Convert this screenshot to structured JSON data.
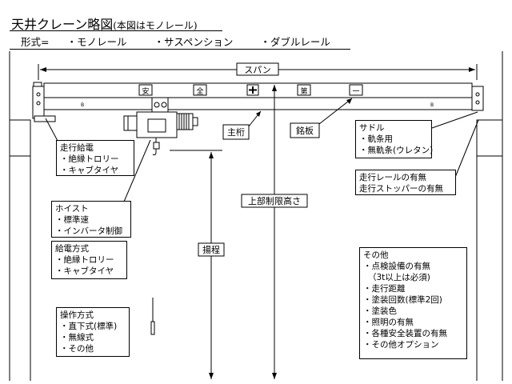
{
  "title": {
    "main": "天井クレーン略図",
    "sub": "(本図はモノレール)"
  },
  "types": {
    "label": "形式=",
    "items": [
      "・モノレール",
      "・サスペンション",
      "・ダブルレール"
    ]
  },
  "girder_plate_chars": [
    "安",
    "全",
    "第",
    "一"
  ],
  "girder_marks": [
    "B",
    "B"
  ],
  "labels": {
    "span": "スパン",
    "main_girder": "主桁",
    "nameplate": "銘板",
    "upper_limit": "上部制限高さ",
    "lift": "揚程"
  },
  "boxes": {
    "travel_power": {
      "title": "走行給電",
      "items": [
        "・絶縁トロリー",
        "・キャブタイヤ"
      ]
    },
    "saddle": {
      "title": "サドル",
      "items": [
        "・軌条用",
        "・無軌条(ウレタン)"
      ]
    },
    "rail": {
      "title": "",
      "items": [
        "走行レールの有無",
        "走行ストッパーの有無"
      ]
    },
    "hoist": {
      "title": "ホイスト",
      "items": [
        "・標準速",
        "・インバータ制御"
      ]
    },
    "feed": {
      "title": "給電方式",
      "items": [
        "・絶縁トロリー",
        "・キャブタイヤ"
      ]
    },
    "operation": {
      "title": "操作方式",
      "items": [
        "・直下式(標準)",
        "・無線式",
        "・その他"
      ]
    },
    "other": {
      "title": "その他",
      "items": [
        "・点検設備の有無",
        "（3t以上は必須)",
        "・走行距離",
        "・塗装回数(標準2回)",
        "・塗装色",
        "・照明の有無",
        "・各種安全装置の有無",
        "・その他オプション"
      ]
    }
  }
}
